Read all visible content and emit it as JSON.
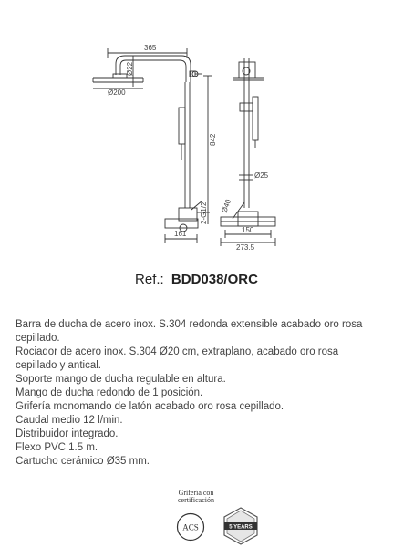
{
  "drawing": {
    "dimensions": {
      "width_arm": "365",
      "arm_tube": "Ø22",
      "head_diameter": "Ø200",
      "height": "842",
      "connection": "2-G1/2",
      "connection_diameter": "Ø40",
      "base_depth": "161",
      "tube_diameter": "Ø25",
      "center_distance": "150",
      "overall_width": "273.5"
    }
  },
  "reference": {
    "prefix": "Ref.:",
    "code": "BDD038/ORC"
  },
  "description": [
    "Barra de ducha de acero inox. S.304 redonda extensible acabado oro rosa cepillado.",
    "Rociador de acero inox. S.304 Ø20 cm, extraplano, acabado oro rosa cepillado y antical.",
    "Soporte mango de ducha regulable en altura.",
    "Mango de ducha redondo de 1 posición.",
    "Grifería monomando de latón acabado oro rosa cepillado.",
    "Caudal medio 12 l/min.",
    "Distribuidor integrado.",
    "Flexo PVC 1.5 m.",
    "Cartucho cerámico Ø35 mm."
  ],
  "certification": {
    "caption_line1": "Grifería con",
    "caption_line2": "certificación",
    "acs_label": "ACS",
    "years_label": "5 YEARS"
  }
}
